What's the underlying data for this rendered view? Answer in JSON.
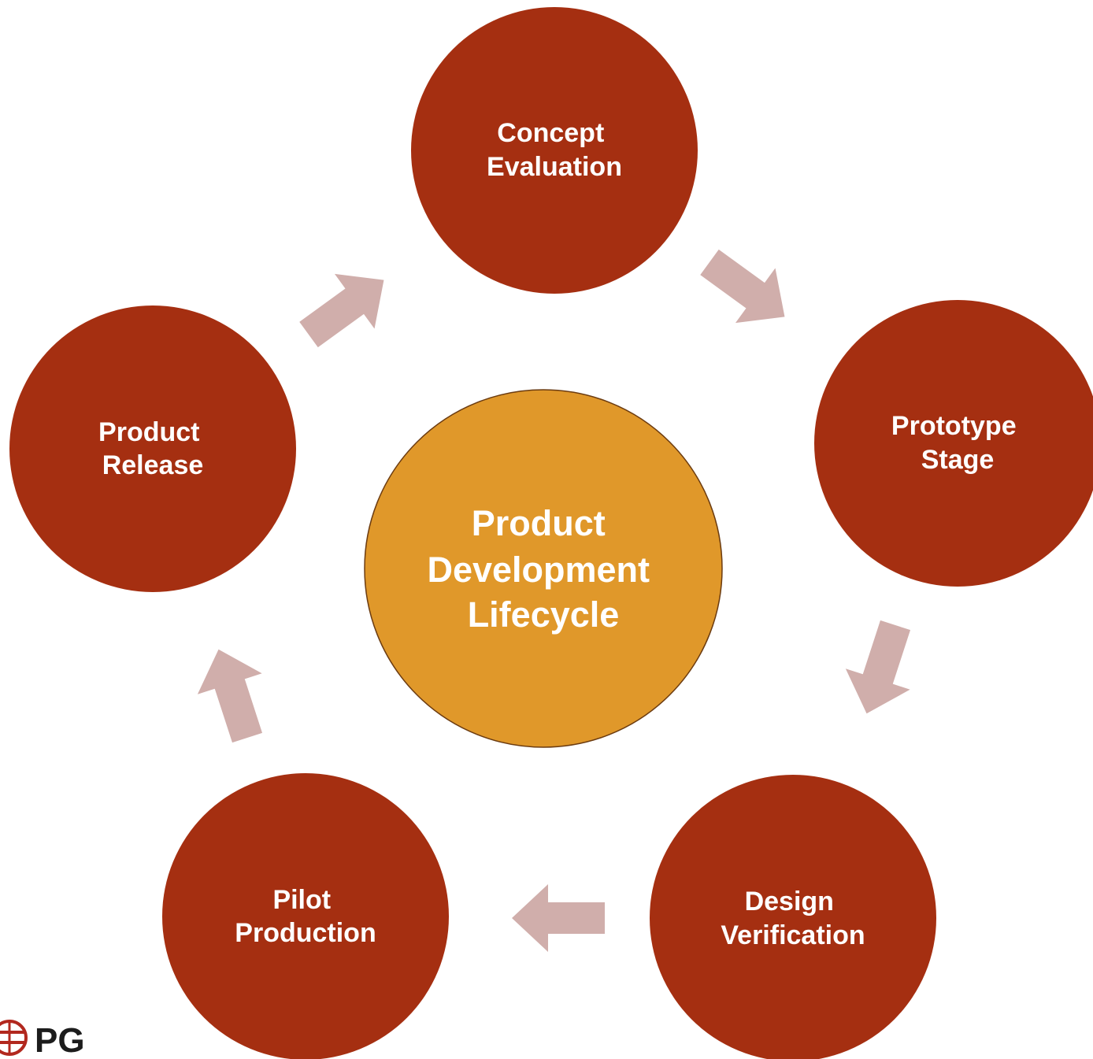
{
  "diagram": {
    "center": {
      "lines": [
        "Product",
        "Development",
        "Lifecycle"
      ]
    },
    "stages": [
      {
        "id": "concept-evaluation",
        "lines": [
          "Concept",
          "Evaluation"
        ]
      },
      {
        "id": "prototype-stage",
        "lines": [
          "Prototype",
          "Stage"
        ]
      },
      {
        "id": "design-verification",
        "lines": [
          "Design",
          "Verification"
        ]
      },
      {
        "id": "pilot-production",
        "lines": [
          "Pilot",
          "Production"
        ]
      },
      {
        "id": "product-release",
        "lines": [
          "Product",
          "Release"
        ]
      }
    ],
    "arrows": [
      {
        "from": "concept-evaluation",
        "to": "prototype-stage"
      },
      {
        "from": "prototype-stage",
        "to": "design-verification"
      },
      {
        "from": "design-verification",
        "to": "pilot-production"
      },
      {
        "from": "pilot-production",
        "to": "product-release"
      },
      {
        "from": "product-release",
        "to": "concept-evaluation"
      }
    ],
    "colors": {
      "stage_fill": "#a52f11",
      "center_fill": "#e0982a",
      "center_stroke": "#6b3b10",
      "arrow_fill": "#d0aeab",
      "text": "#ffffff"
    }
  },
  "logo": {
    "text": "PG",
    "icon": "globe-icon"
  }
}
